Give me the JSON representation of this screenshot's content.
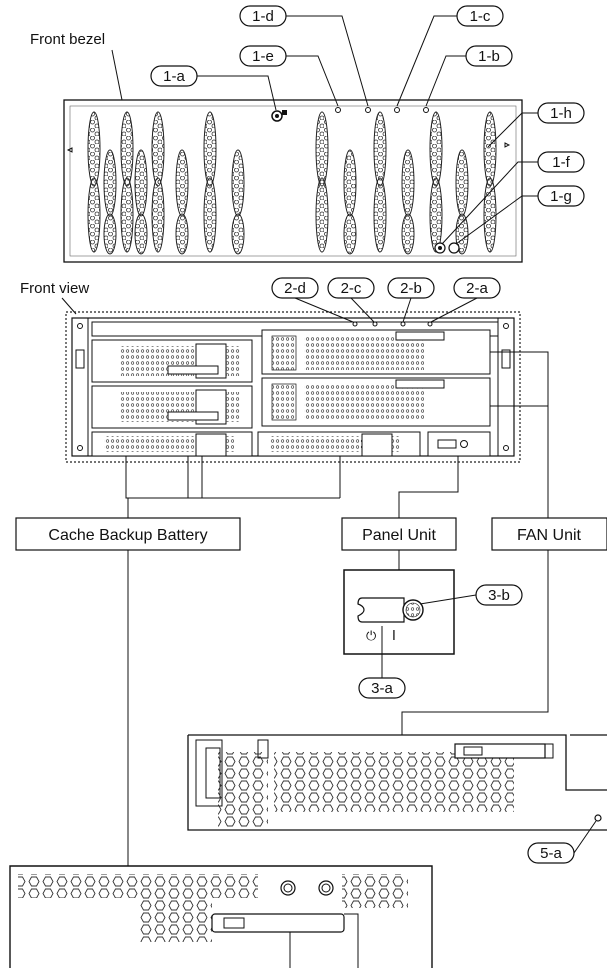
{
  "captions": {
    "front_bezel": "Front bezel",
    "front_view": "Front view"
  },
  "callouts": {
    "c1a": "1-a",
    "c1b": "1-b",
    "c1c": "1-c",
    "c1d": "1-d",
    "c1e": "1-e",
    "c1f": "1-f",
    "c1g": "1-g",
    "c1h": "1-h",
    "c2a": "2-a",
    "c2b": "2-b",
    "c2c": "2-c",
    "c2d": "2-d",
    "c3a": "3-a",
    "c3b": "3-b",
    "c5a": "5-a"
  },
  "units": {
    "cache_backup_battery": "Cache Backup Battery",
    "panel_unit": "Panel Unit",
    "fan_unit": "FAN Unit"
  },
  "panel_symbols": {
    "power": "⏻",
    "on": "I"
  },
  "colors": {
    "line": "#111111",
    "hatch": "#444444",
    "dotted": "#222222"
  }
}
